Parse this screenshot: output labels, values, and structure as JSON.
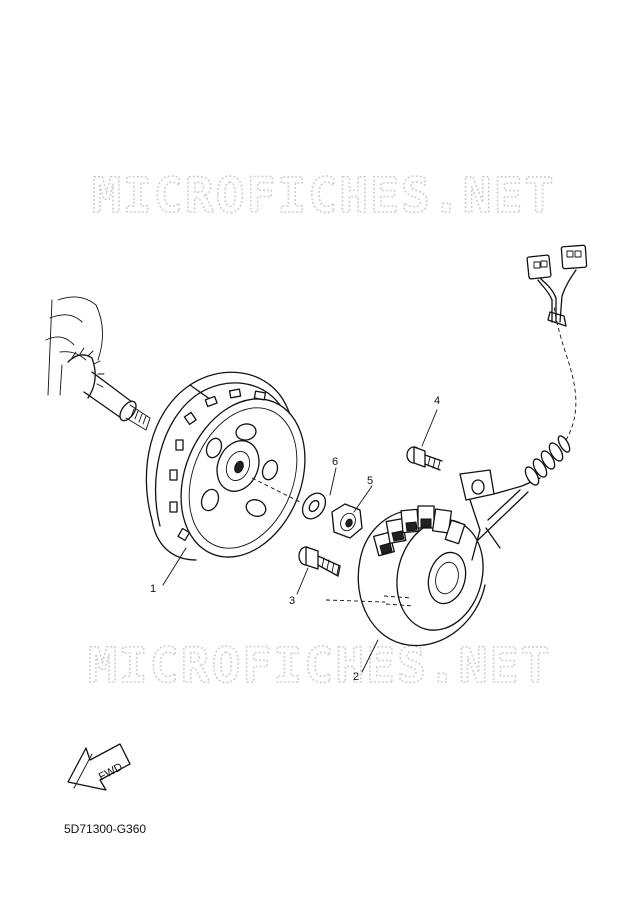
{
  "watermark": {
    "text": "MICROFICHES.NET"
  },
  "callouts": {
    "p1": "1",
    "p2": "2",
    "p3": "3",
    "p4": "4",
    "p5": "5",
    "p6": "6"
  },
  "arrow": {
    "label": "FWD"
  },
  "diagram_code": "5D71300-G360"
}
